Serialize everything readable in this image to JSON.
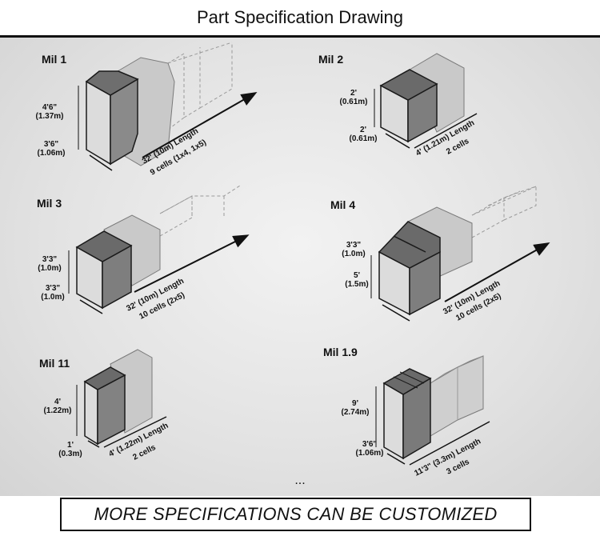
{
  "page": {
    "title": "Part Specification Drawing",
    "ellipsis": "...",
    "footer": "MORE SPECIFICATIONS CAN BE CUSTOMIZED"
  },
  "colors": {
    "front": "#d8d8d8",
    "side": "#8e8e8e",
    "inner": "#6a6a6a",
    "ghost": "#c4c4c4",
    "line": "#1a1a1a"
  },
  "specs": [
    {
      "name": "Mil 1",
      "height": [
        "4'6\"",
        "(1.37m)"
      ],
      "width": [
        "3'6\"",
        "(1.06m)"
      ],
      "length": [
        "32' (10m) Length",
        "9 cells (1x4, 1x5)"
      ]
    },
    {
      "name": "Mil 2",
      "height": [
        "2'",
        "(0.61m)"
      ],
      "width": [
        "2'",
        "(0.61m)"
      ],
      "length": [
        "4' (1.21m) Length",
        "2 cells"
      ]
    },
    {
      "name": "Mil 3",
      "height": [
        "3'3\"",
        "(1.0m)"
      ],
      "width": [
        "3'3\"",
        "(1.0m)"
      ],
      "length": [
        "32' (10m) Length",
        "10 cells  (2x5)"
      ]
    },
    {
      "name": "Mil 4",
      "height": [
        "3'3\"",
        "(1.0m)"
      ],
      "width": [
        "5'",
        "(1.5m)"
      ],
      "length": [
        "32' (10m) Length",
        "10 cells (2x5)"
      ]
    },
    {
      "name": "Mil 11",
      "height": [
        "4'",
        "(1.22m)"
      ],
      "width": [
        "1'",
        "(0.3m)"
      ],
      "length": [
        "4' (1.22m) Length",
        "2 cells"
      ]
    },
    {
      "name": "Mil 1.9",
      "height": [
        "9'",
        "(2.74m)"
      ],
      "width": [
        "3'6\"",
        "(1.06m)"
      ],
      "length": [
        "11'3\" (3.3m) Length",
        "3 cells"
      ]
    }
  ]
}
